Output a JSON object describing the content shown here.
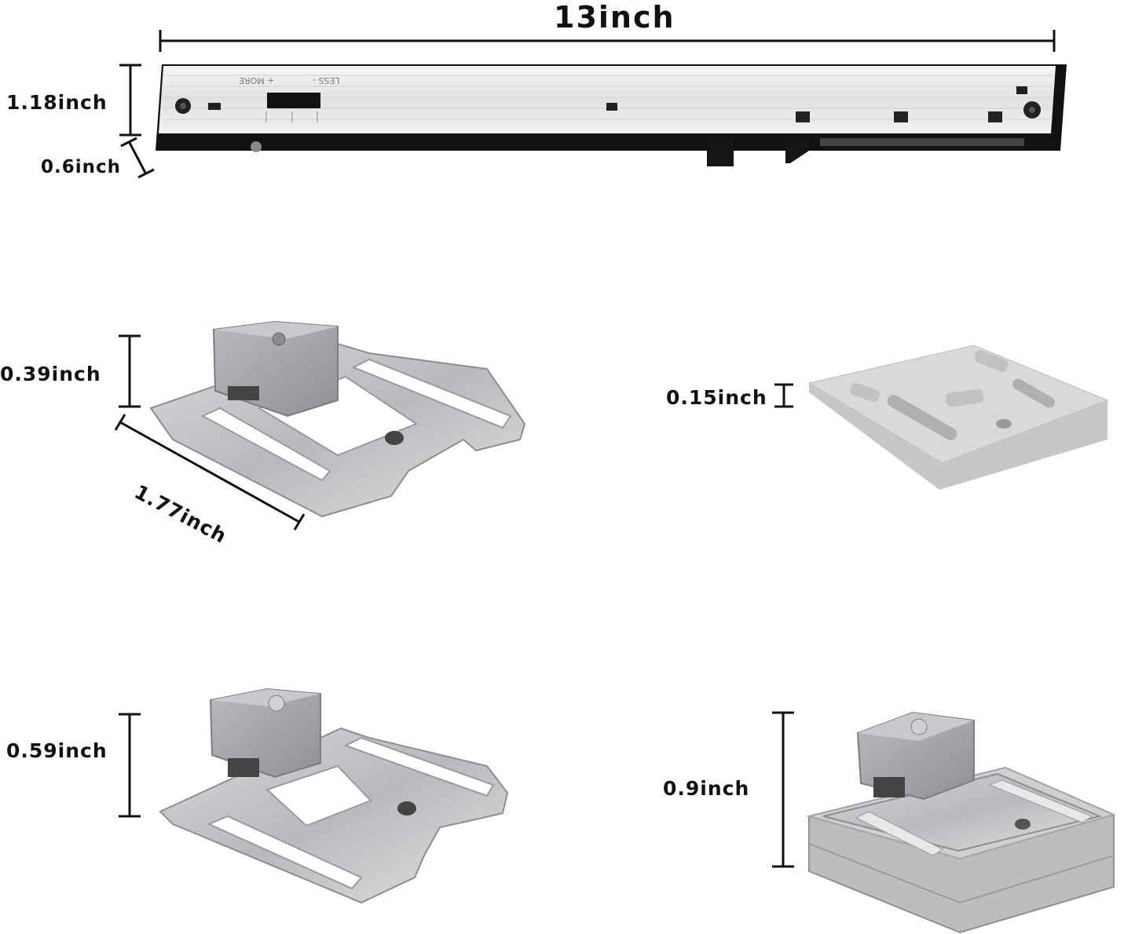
{
  "labels": {
    "length": "13inch",
    "rail_height": "1.18inch",
    "rail_depth": "0.6inch",
    "clip1_height": "0.39inch",
    "clip1_length": "1.77inch",
    "pad_thickness": "0.15inch",
    "clip2_height": "0.59inch",
    "assembly_height": "0.9inch"
  },
  "rail_markings": {
    "more": "+ MORE",
    "less": "LESS -"
  },
  "colors": {
    "rail_face": "#e6e6e8",
    "rail_body": "#111111",
    "metal": "#c9c9cc",
    "plastic": "#a8aaad",
    "pad": "#d3d3d3"
  }
}
